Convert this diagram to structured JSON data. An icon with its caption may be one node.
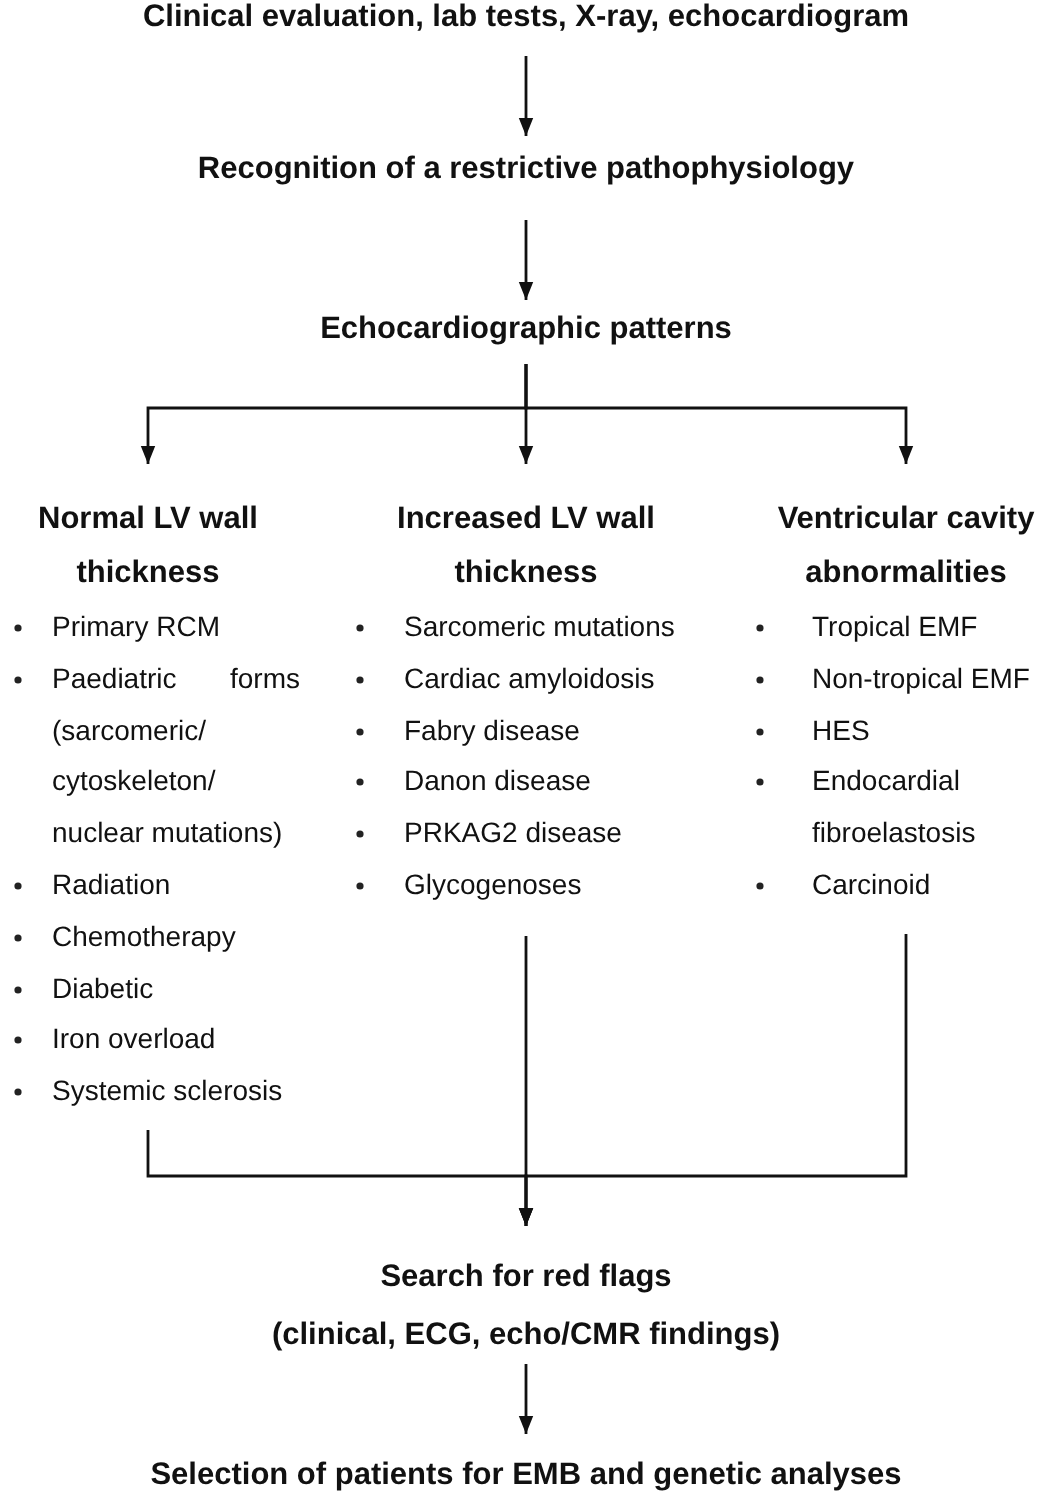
{
  "diagram": {
    "nodes": [
      {
        "text": [
          "Clinical evaluation, lab tests, X-ray, echocardiogram"
        ]
      },
      {
        "text": [
          "Recognition of a restrictive pathophysiology"
        ]
      },
      {
        "text": [
          "Echocardiographic patterns"
        ]
      },
      {
        "text": [
          "Normal LV wall thickness",
          "Primary RCM",
          "Paediatric forms (sarcomeric/ cytoskeleton/ nuclear mutations)",
          "Radiation",
          "Chemotherapy",
          "Diabetic",
          "Iron overload",
          "Systemic sclerosis"
        ]
      },
      {
        "text": [
          "Increased LV wall thickness",
          "Sarcomeric mutations",
          "Cardiac amyloidosis",
          "Fabry disease",
          "Danon disease",
          "PRKAG2 disease",
          "Glycogenoses"
        ]
      },
      {
        "text": [
          "Ventricular cavity abnormalities",
          "Tropical EMF",
          "Non-tropical EMF",
          "HES",
          "Endocardial fibroelastosis",
          "Carcinoid"
        ]
      },
      {
        "text": [
          "Search for red flags",
          "(clinical, ECG, echo/CMR findings)"
        ]
      },
      {
        "text": [
          "Selection of patients for EMB and genetic analyses"
        ]
      }
    ],
    "edges": [
      {
        "from": 0,
        "to": 1,
        "arrow": "to"
      },
      {
        "from": 1,
        "to": 2,
        "arrow": "to"
      },
      {
        "from": 2,
        "to": 3,
        "arrow": "to"
      },
      {
        "from": 2,
        "to": 4,
        "arrow": "to"
      },
      {
        "from": 2,
        "to": 5,
        "arrow": "to"
      },
      {
        "from": 3,
        "to": 6,
        "arrow": "to"
      },
      {
        "from": 4,
        "to": 6,
        "arrow": "to"
      },
      {
        "from": 5,
        "to": 6,
        "arrow": "to"
      },
      {
        "from": 6,
        "to": 7,
        "arrow": "to"
      }
    ]
  }
}
